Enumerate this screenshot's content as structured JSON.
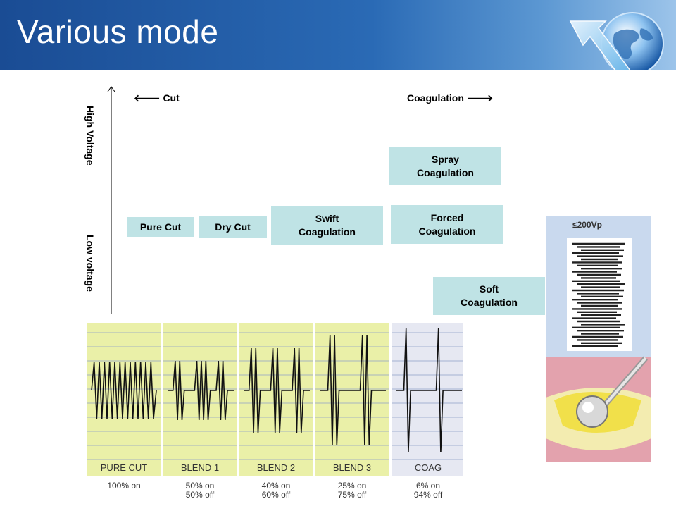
{
  "header": {
    "title": "Various mode"
  },
  "diagram": {
    "cut_label": "Cut",
    "coag_label": "Coagulation",
    "high_voltage": "High Voltage",
    "low_voltage": "Low voltage",
    "modes": [
      {
        "label": "Pure Cut"
      },
      {
        "label": "Dry Cut"
      },
      {
        "label": "Swift\nCoagulation"
      },
      {
        "label": "Forced\nCoagulation"
      },
      {
        "label": "Spray\nCoagulation"
      },
      {
        "label": "Soft\nCoagulation"
      }
    ]
  },
  "waveforms": [
    {
      "name": "PURE CUT",
      "duty": "100% on",
      "color": "#eaf0a8"
    },
    {
      "name": "BLEND 1",
      "duty": "50% on\n50% off",
      "color": "#eaf0a8"
    },
    {
      "name": "BLEND 2",
      "duty": "40% on\n60% off",
      "color": "#eaf0a8"
    },
    {
      "name": "BLEND 3",
      "duty": "25% on\n75% off",
      "color": "#eaf0a8"
    },
    {
      "name": "COAG",
      "duty": "6% on\n94% off",
      "color": "#e6e8f2"
    }
  ],
  "side_panel": {
    "voltage_label": "≤200Vp"
  }
}
